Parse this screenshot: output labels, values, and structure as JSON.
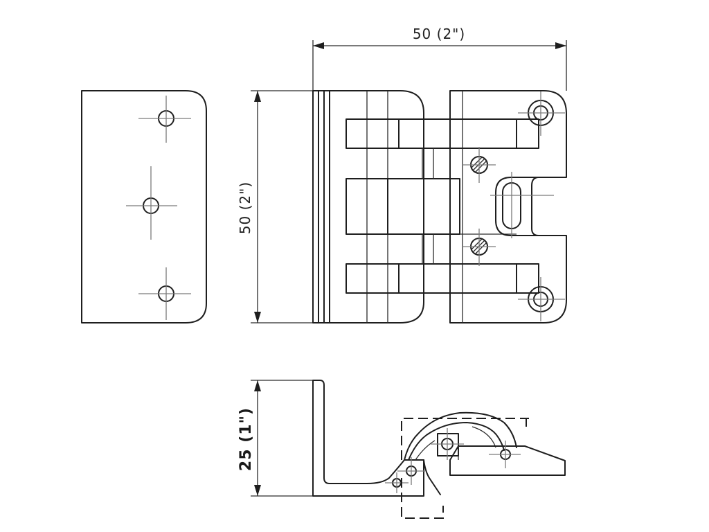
{
  "dimensions": {
    "width_label": "50 (2\")",
    "height_label": "50 (2\")",
    "depth_label": "25 (1\")"
  }
}
